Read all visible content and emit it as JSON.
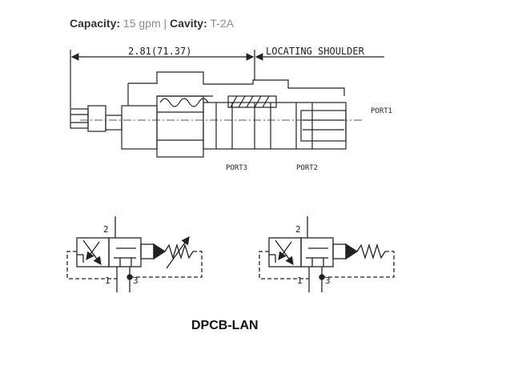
{
  "specs": {
    "capacity_label": "Capacity:",
    "capacity_value": "15 gpm",
    "separator": "|",
    "cavity_label": "Cavity:",
    "cavity_value": "T-2A"
  },
  "cross_section": {
    "dimension": "2.81(71.37)",
    "locating_shoulder": "LOCATING SHOULDER",
    "port1": "PORT1",
    "port2": "PORT2",
    "port3": "PORT3"
  },
  "schematics": [
    {
      "port_2": "2",
      "port_1": "1",
      "port_3": "3",
      "spring": "adjustable"
    },
    {
      "port_2": "2",
      "port_1": "1",
      "port_3": "3",
      "spring": "fixed"
    }
  ],
  "model": "DPCB-LAN"
}
